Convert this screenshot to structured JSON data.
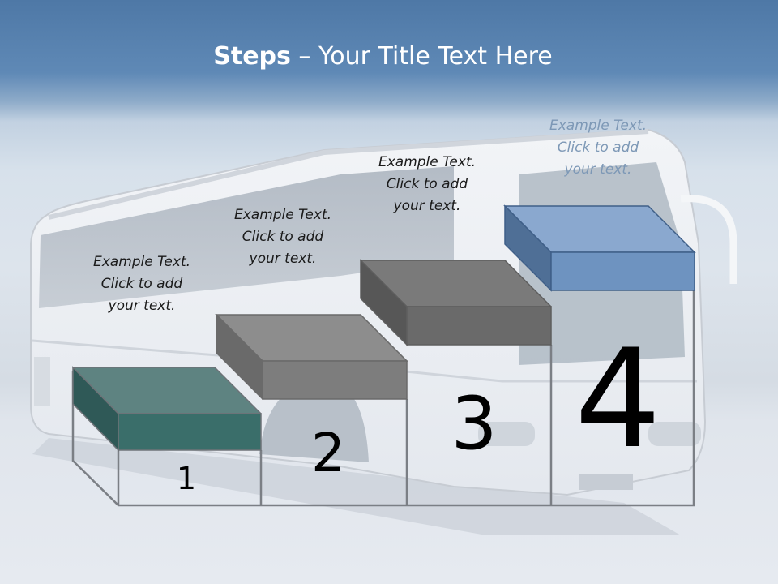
{
  "title": {
    "bold": "Steps",
    "rest": " – Your Title Text Here"
  },
  "steps": [
    {
      "number": "1",
      "line1": "Example Text.",
      "line2": "Click  to add",
      "line3": "your text.",
      "color": "#3a6e6a"
    },
    {
      "number": "2",
      "line1": "Example Text.",
      "line2": "Click  to add",
      "line3": "your text.",
      "color": "#7d7d7d"
    },
    {
      "number": "3",
      "line1": "Example Text.",
      "line2": "Click  to add",
      "line3": "your text.",
      "color": "#6a6a6a"
    },
    {
      "number": "4",
      "line1": "Example Text.",
      "line2": "Click  to add",
      "line3": "your text.",
      "color": "#6e93c0"
    }
  ]
}
